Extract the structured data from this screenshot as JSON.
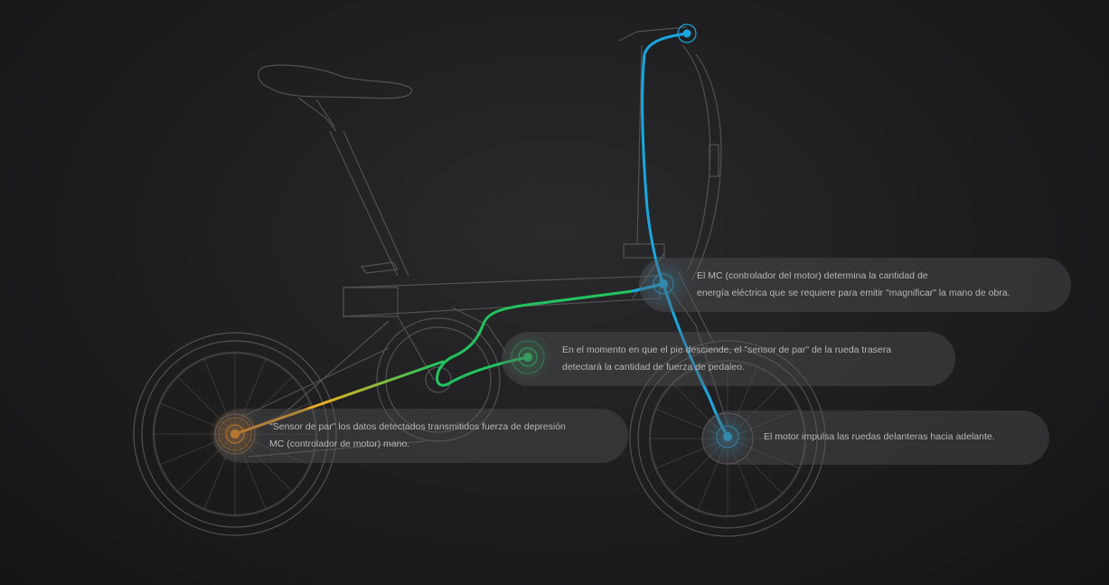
{
  "callouts": {
    "mc": {
      "line1": "El MC (controlador del motor) determina la cantidad de",
      "line2": "energía eléctrica que se requiere para emitir \"magnificar\" la mano de obra."
    },
    "pedal": {
      "line1": "En el momento en que el pie desciende, el \"sensor de par\" de la rueda trasera",
      "line2": "detectará la cantidad de fuerza de pedaleo."
    },
    "sensor": {
      "line1": "\"Sensor de par\" los datos detectados transmitidos fuerza de depresión",
      "line2": "MC (controlador de motor) mano."
    },
    "motor": {
      "line1": "El motor impulsa las ruedas delanteras hacia adelante."
    }
  },
  "colors": {
    "blue": "#1aa7e0",
    "green": "#22c45e",
    "orange": "#f08a1a",
    "outline": "#5a5a5c"
  }
}
